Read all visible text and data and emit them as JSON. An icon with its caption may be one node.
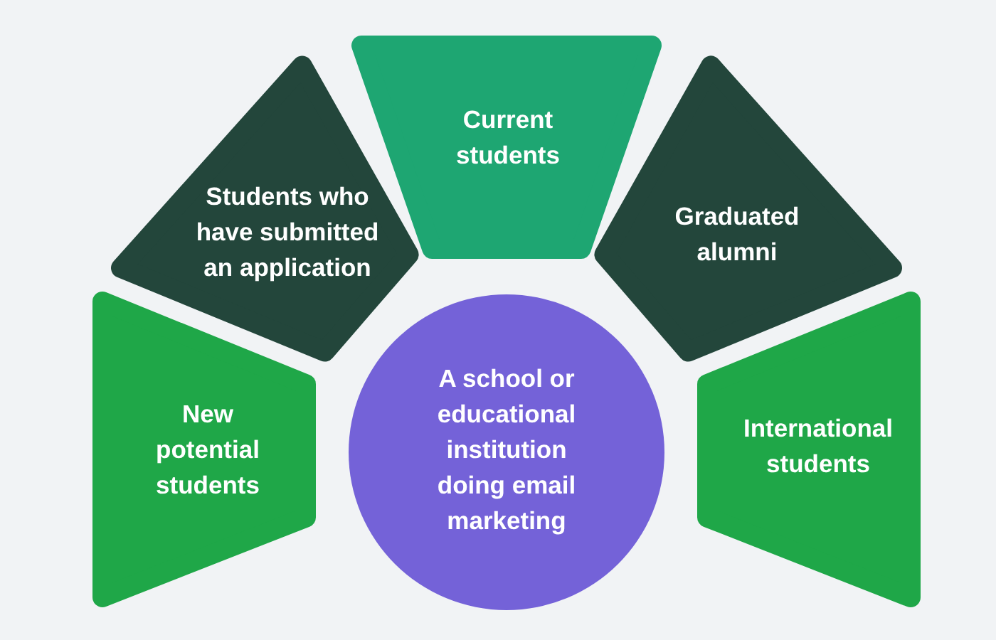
{
  "diagram": {
    "nodes": [
      {
        "text": [
          "Current students"
        ]
      },
      {
        "text": [
          "Students who have submitted an application"
        ]
      },
      {
        "text": [
          "Graduated alumni"
        ]
      },
      {
        "text": [
          "New potential students"
        ]
      },
      {
        "text": [
          "A school or educational institution doing email marketing"
        ]
      },
      {
        "text": [
          "International students"
        ]
      }
    ]
  }
}
